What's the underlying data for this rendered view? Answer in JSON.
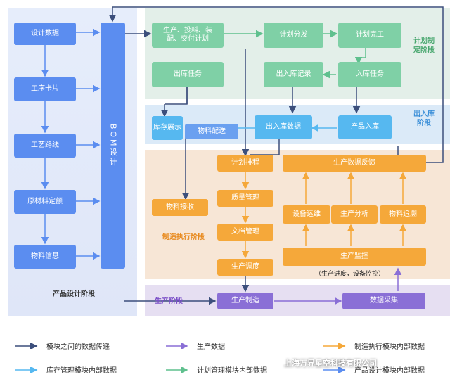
{
  "stages": {
    "design": "产品设计阶段",
    "plan": "计划制定阶段",
    "io": "出入库阶段",
    "exec": "制造执行阶段",
    "prod": "生产阶段"
  },
  "design": {
    "items": [
      "设计数据",
      "工序卡片",
      "工艺路线",
      "原材料定额",
      "物料信息"
    ],
    "bom": "BOM设计"
  },
  "plan": {
    "prod_plan": "生产、投料、装配、交付计划",
    "dispatch": "计划分发",
    "complete": "计划完工",
    "out_task": "出库任务",
    "io_record": "出入库记录",
    "in_task": "入库任务"
  },
  "io": {
    "stock": "库存展示",
    "delivery": "物料配送",
    "io_data": "出入库数据",
    "product_in": "产品入库"
  },
  "exec": {
    "schedule": "计划排程",
    "quality": "质量管理",
    "doc": "文档管理",
    "dispatch": "生产调度",
    "material_rcv": "物料接收",
    "feedback": "生产数据反馈",
    "maintenance": "设备运维",
    "analysis": "生产分析",
    "trace": "物料追溯",
    "monitor": "生产监控",
    "monitor_note": "（生产进度，设备监控）"
  },
  "prod": {
    "manufacture": "生产制造",
    "collect": "数据采集"
  },
  "legend": [
    {
      "label": "模块之间的数据传递",
      "color": "#3c4f7c"
    },
    {
      "label": "生产数据",
      "color": "#8a6fd6"
    },
    {
      "label": "制造执行模块内部数据",
      "color": "#f5a83a"
    },
    {
      "label": "库存管理模块内部数据",
      "color": "#56b8f0"
    },
    {
      "label": "计划管理模块内部数据",
      "color": "#5fc08e"
    },
    {
      "label": "产品设计模块内部数据",
      "color": "#5b8df0"
    }
  ],
  "watermark": "上海万界星空科技有限公司"
}
